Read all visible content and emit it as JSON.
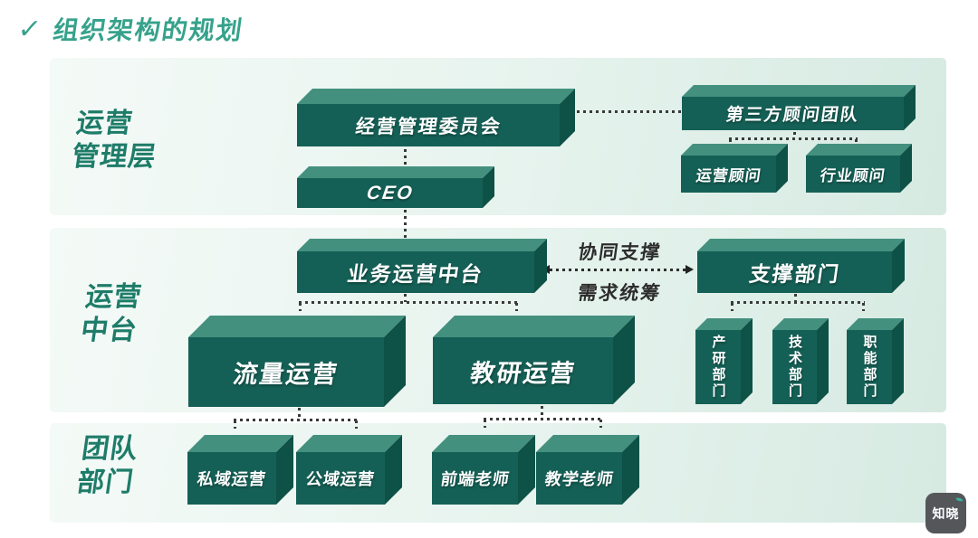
{
  "title": {
    "checkmark": "✓",
    "text": "组织架构的规划"
  },
  "bands": {
    "management": {
      "lines": [
        "运营",
        "管理层"
      ]
    },
    "middle": {
      "lines": [
        "运营",
        "中台"
      ]
    },
    "team": {
      "lines": [
        "团队",
        "部门"
      ]
    }
  },
  "boxes": {
    "committee": "经营管理委员会",
    "ceo": "CEO",
    "third_party_team": "第三方顾问团队",
    "ops_consultant": "运营顾问",
    "industry_consultant": "行业顾问",
    "biz_ops_platform": "业务运营中台",
    "support_dept": "支撑部门",
    "traffic_ops": "流量运营",
    "research_ops": "教研运营",
    "product_rd_dept": "产研部门",
    "tech_dept": "技术部门",
    "functional_dept": "职能部门",
    "private_domain_ops": "私域运营",
    "public_domain_ops": "公域运营",
    "frontend_teacher": "前端老师",
    "teaching_teacher": "教学老师"
  },
  "collab_arrow": {
    "top_label": "协同支撑",
    "bottom_label": "需求统筹"
  },
  "logo": {
    "text": "知晓"
  },
  "colors": {
    "accent_title": "#36a28b",
    "band_label": "#1e7c69",
    "box_front": "#156056",
    "box_top": "#44907f",
    "box_side": "#0e5146",
    "connector": "#3a3a3a",
    "logo_bg": "#55565a",
    "logo_sprout": "#35b29a"
  }
}
